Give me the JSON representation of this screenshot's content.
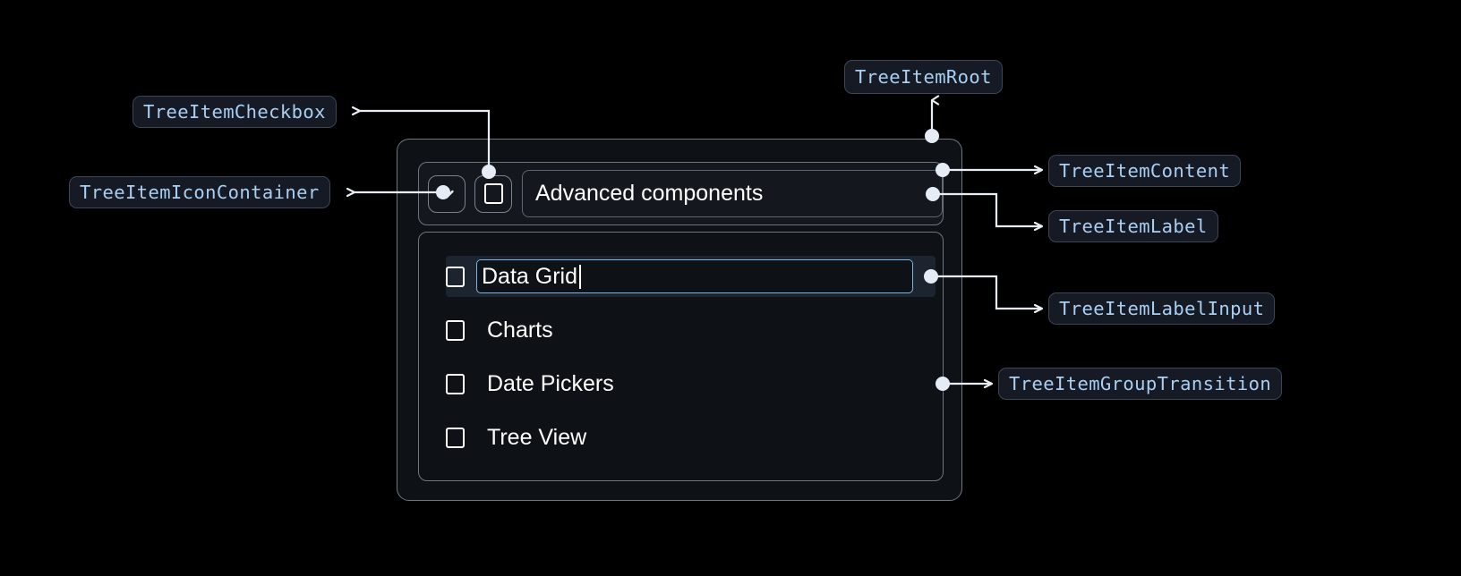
{
  "theme": {
    "page_background": "#000000",
    "badge_background": "#151a24",
    "badge_border": "#3b4556",
    "badge_text": "#a9cff2",
    "panel_background": "#0e1217",
    "panel_border": "#70767e",
    "content_background": "#14181e",
    "selected_row_background": "#1c2430",
    "input_focus_border": "#7ab6e8",
    "connector_color": "#e9eef5",
    "text_primary": "#ffffff"
  },
  "annotations": [
    {
      "id": "tree-item-checkbox",
      "label": "TreeItemCheckbox"
    },
    {
      "id": "tree-item-icon-container",
      "label": "TreeItemIconContainer"
    },
    {
      "id": "tree-item-root",
      "label": "TreeItemRoot"
    },
    {
      "id": "tree-item-content",
      "label": "TreeItemContent"
    },
    {
      "id": "tree-item-label",
      "label": "TreeItemLabel"
    },
    {
      "id": "tree-item-label-input",
      "label": "TreeItemLabelInput"
    },
    {
      "id": "tree-item-group-transition",
      "label": "TreeItemGroupTransition"
    }
  ],
  "tree": {
    "root_item": {
      "label": "Advanced components",
      "expanded": true,
      "checkbox_checked": false,
      "expand_icon": "chevron-down-icon"
    },
    "children": [
      {
        "label": "Data Grid",
        "checked": false,
        "editing": true,
        "selected": true
      },
      {
        "label": "Charts",
        "checked": false,
        "editing": false,
        "selected": false
      },
      {
        "label": "Date Pickers",
        "checked": false,
        "editing": false,
        "selected": false
      },
      {
        "label": "Tree View",
        "checked": false,
        "editing": false,
        "selected": false
      }
    ],
    "editing_value": "Data Grid"
  }
}
